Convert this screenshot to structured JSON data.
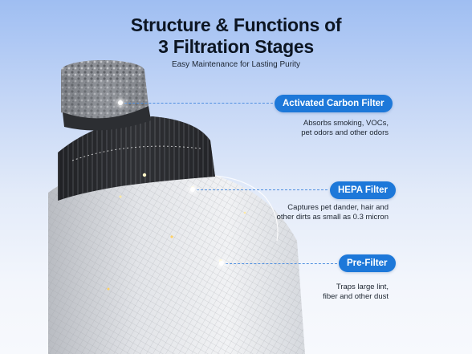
{
  "header": {
    "title_line1": "Structure & Functions of",
    "title_line2": "3 Filtration Stages",
    "subtitle": "Easy Maintenance for Lasting Purity"
  },
  "stages": [
    {
      "label": "Activated Carbon Filter",
      "desc_lines": [
        "Absorbs smoking, VOCs,",
        "pet odors and other odors"
      ]
    },
    {
      "label": "HEPA Filter",
      "desc_lines": [
        "Captures pet dander, hair and",
        "other dirts as small as 0.3 micron"
      ]
    },
    {
      "label": "Pre-Filter",
      "desc_lines": [
        "Traps large lint,",
        "fiber and other dust"
      ]
    }
  ],
  "colors": {
    "accent": "#1d78d9",
    "title_text": "#0c1522",
    "leader_line": "#4f8fe0",
    "background_top": "#9fbef2",
    "background_bottom": "#f7f9fd"
  }
}
